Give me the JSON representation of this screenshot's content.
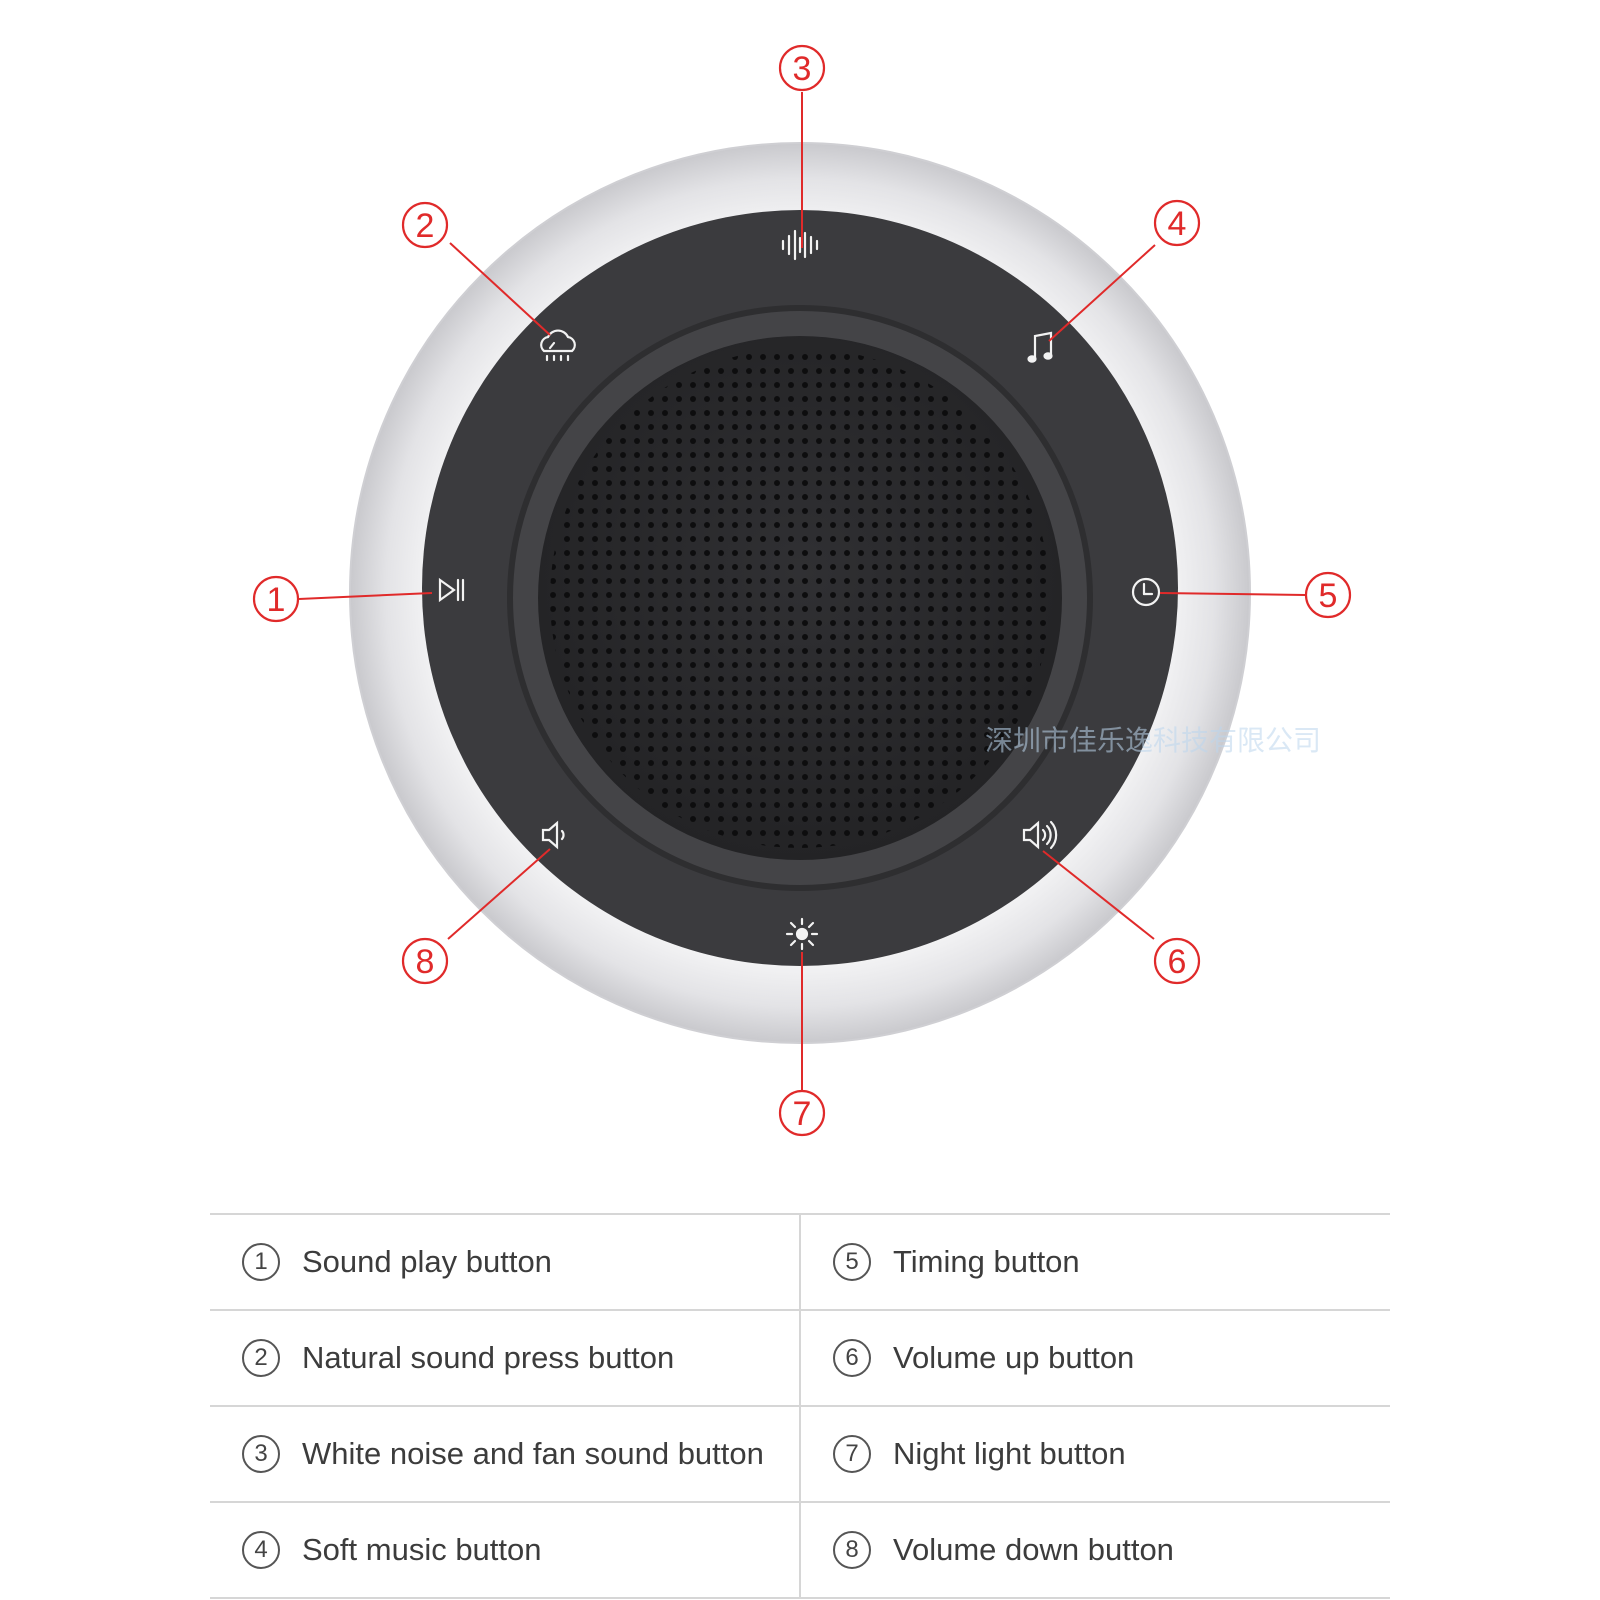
{
  "callouts": [
    {
      "num": "1",
      "icon": "play-pause-icon"
    },
    {
      "num": "2",
      "icon": "rain-cloud-icon"
    },
    {
      "num": "3",
      "icon": "sound-wave-icon"
    },
    {
      "num": "4",
      "icon": "music-note-icon"
    },
    {
      "num": "5",
      "icon": "clock-icon"
    },
    {
      "num": "6",
      "icon": "volume-up-icon"
    },
    {
      "num": "7",
      "icon": "sun-icon"
    },
    {
      "num": "8",
      "icon": "volume-down-icon"
    }
  ],
  "watermark": "深圳市佳乐逸科技有限公司",
  "legend": {
    "rows": [
      {
        "left": {
          "num": "1",
          "label": "Sound play button"
        },
        "right": {
          "num": "5",
          "label": "Timing button"
        }
      },
      {
        "left": {
          "num": "2",
          "label": "Natural sound press button"
        },
        "right": {
          "num": "6",
          "label": "Volume up button"
        }
      },
      {
        "left": {
          "num": "3",
          "label": "White noise and fan sound button"
        },
        "right": {
          "num": "7",
          "label": "Night light button"
        }
      },
      {
        "left": {
          "num": "4",
          "label": "Soft music button"
        },
        "right": {
          "num": "8",
          "label": "Volume down button"
        }
      }
    ]
  },
  "colors": {
    "callout": "#e02a2a",
    "device_ring": "#e6e6e9",
    "device_panel": "#3b3b3e",
    "speaker_grille": "#2b2b2d",
    "icon": "#f2f2f2"
  }
}
